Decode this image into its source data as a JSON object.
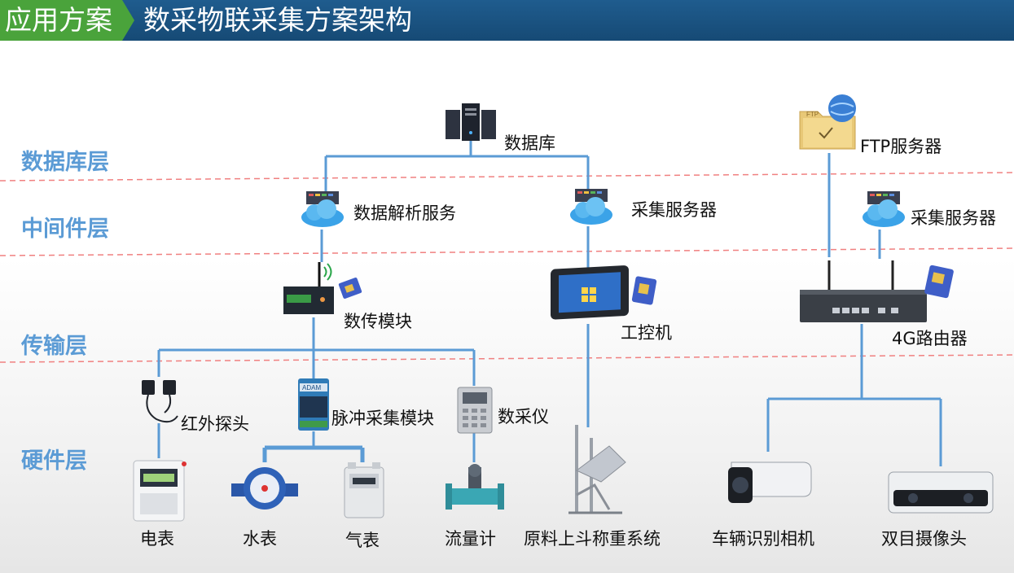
{
  "header": {
    "tag": "应用方案",
    "title": "数采物联采集方案架构"
  },
  "layers": [
    "数据库层",
    "中间件层",
    "传输层",
    "硬件层"
  ],
  "nodes": {
    "database": "数据库",
    "ftp": "FTP服务器",
    "parse_service": "数据解析服务",
    "collect_server_1": "采集服务器",
    "collect_server_2": "采集服务器",
    "dtu": "数传模块",
    "ipc": "工控机",
    "router": "4G路由器",
    "ir_probe": "红外探头",
    "pulse_module": "脉冲采集模块",
    "daq": "数采仪",
    "electric_meter": "电表",
    "water_meter": "水表",
    "gas_meter": "气表",
    "flow_meter": "流量计",
    "hopper_scale": "原料上斗称重系统",
    "vehicle_camera": "车辆识别相机",
    "binocular_camera": "双目摄像头"
  },
  "colors": {
    "header": "#1c5585",
    "tag": "#4aa33b",
    "layer_text": "#5b9bd5",
    "divider": "#f08080",
    "connector": "#5b9bd5"
  }
}
